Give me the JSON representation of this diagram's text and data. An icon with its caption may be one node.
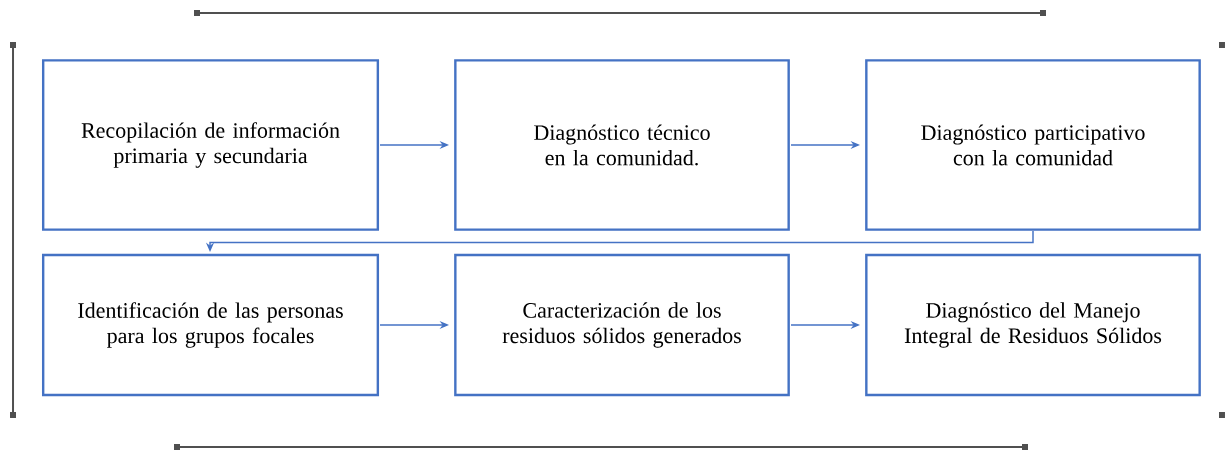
{
  "diagram": {
    "nodes": [
      {
        "text": [
          "Recopilación de información primaria y secundaria"
        ]
      },
      {
        "text": [
          "Diagnóstico técnico en la comunidad."
        ]
      },
      {
        "text": [
          "Diagnóstico participativo con la comunidad"
        ]
      },
      {
        "text": [
          "Identificación de las personas para los grupos focales"
        ]
      },
      {
        "text": [
          "Caracterización de los residuos sólidos generados"
        ]
      },
      {
        "text": [
          "Diagnóstico del Manejo Integral de Residuos Sólidos"
        ]
      }
    ],
    "edges": [
      {
        "from": 0,
        "to": 1,
        "arrow": "to"
      },
      {
        "from": 1,
        "to": 2,
        "arrow": "to"
      },
      {
        "from": 2,
        "to": 3,
        "arrow": "to"
      },
      {
        "from": 3,
        "to": 4,
        "arrow": "to"
      },
      {
        "from": 4,
        "to": 5,
        "arrow": "to"
      }
    ]
  }
}
